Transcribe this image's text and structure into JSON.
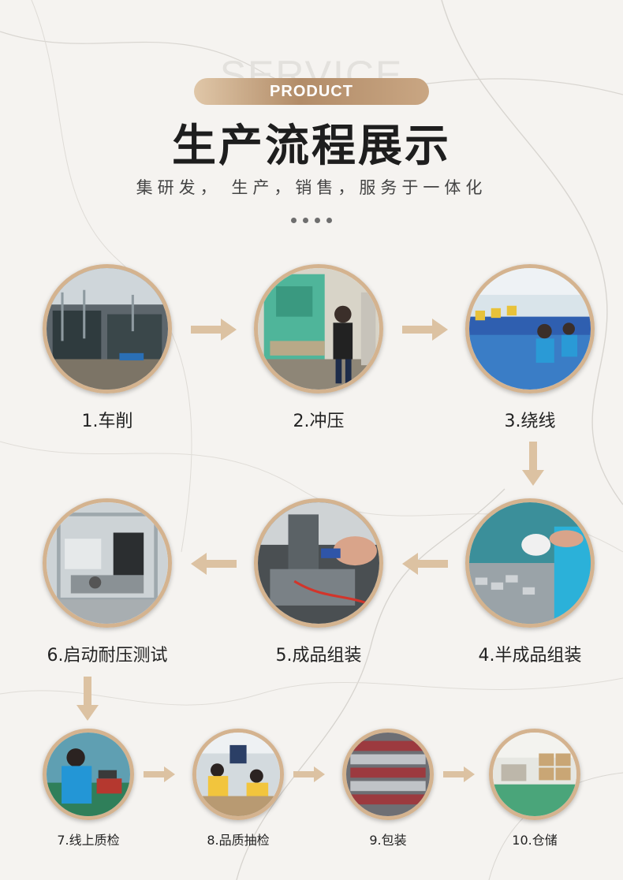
{
  "header": {
    "bg_word": "SERVICE",
    "badge": "PRODUCT",
    "title": "生产流程展示",
    "subtitle": "集研发， 生产，销售，服务于一体化"
  },
  "steps": [
    {
      "label": "1.车削",
      "scene": "lathe-workshop"
    },
    {
      "label": "2.冲压",
      "scene": "stamping-press"
    },
    {
      "label": "3.绕线",
      "scene": "coil-winding-line"
    },
    {
      "label": "4.半成品组装",
      "scene": "semi-finished-assembly"
    },
    {
      "label": "5.成品组装",
      "scene": "finished-product-assembly"
    },
    {
      "label": "6.启动耐压测试",
      "scene": "startup-withstand-voltage-test"
    },
    {
      "label": "7.线上质检",
      "scene": "inline-quality-inspection"
    },
    {
      "label": "8.品质抽检",
      "scene": "quality-sampling"
    },
    {
      "label": "9.包装",
      "scene": "packaging"
    },
    {
      "label": "10.仓储",
      "scene": "warehouse"
    }
  ],
  "colors": {
    "accent": "#d4b38f",
    "arrow": "#dcc2a2",
    "title": "#1e1e1e"
  }
}
